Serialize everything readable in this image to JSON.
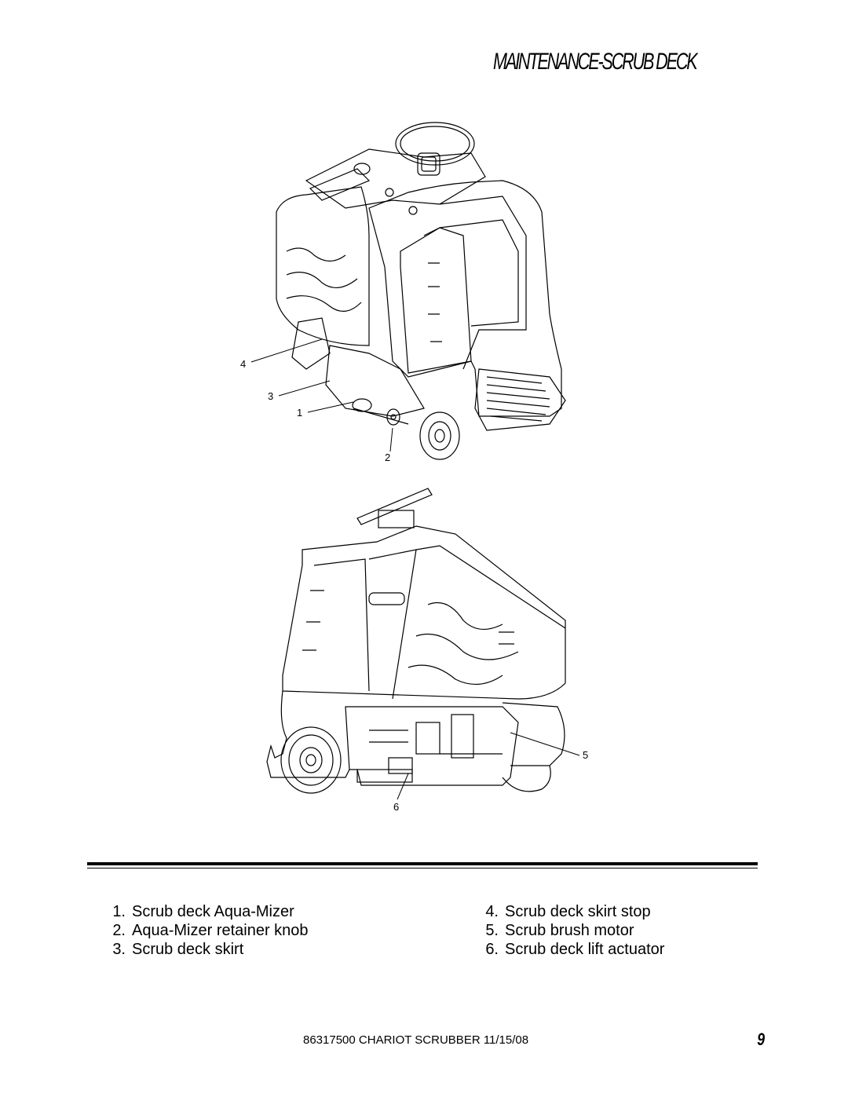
{
  "header": {
    "title": "MAINTENANCE-SCRUB DECK"
  },
  "figure": {
    "callouts": [
      "4",
      "3",
      "1",
      "2",
      "5",
      "6"
    ]
  },
  "legend": {
    "left": [
      {
        "num": "1.",
        "text": "Scrub deck Aqua-Mizer"
      },
      {
        "num": "2.",
        "text": "Aqua-Mizer  retainer knob"
      },
      {
        "num": "3.",
        "text": "Scrub deck skirt"
      }
    ],
    "right": [
      {
        "num": "4.",
        "text": "Scrub deck skirt stop"
      },
      {
        "num": "5.",
        "text": "Scrub brush motor"
      },
      {
        "num": "6.",
        "text": "Scrub deck lift actuator"
      }
    ]
  },
  "footer": {
    "text": "86317500 CHARIOT SCRUBBER 11/15/08",
    "page": "9"
  }
}
